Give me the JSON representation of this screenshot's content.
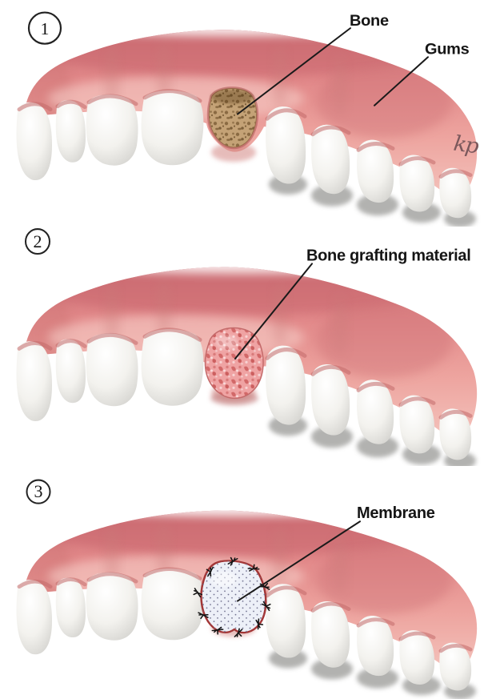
{
  "figure": {
    "type": "dental-bone-graft-procedure-illustration",
    "steps": [
      {
        "number": "1",
        "labels": {
          "bone": "Bone",
          "gums": "Gums"
        },
        "signature": "kp",
        "description": "empty tooth socket exposing bone"
      },
      {
        "number": "2",
        "labels": {
          "graft": "Bone grafting material"
        },
        "description": "socket filled with granular bone graft"
      },
      {
        "number": "3",
        "labels": {
          "membrane": "Membrane"
        },
        "description": "membrane sutured over graft site"
      }
    ],
    "colors": {
      "background": "#ffffff",
      "gum_dark": "#c9666e",
      "gum_mid": "#e59d99",
      "gum_light": "#f4c3bc",
      "tooth": "#f5f4f0",
      "tooth_shadow": "#a5a5a3",
      "bone_fill": "#c4a276",
      "bone_speckle": "#7d5f3a",
      "graft_fill": "#efa3a3",
      "graft_speckle": "#d26868",
      "membrane_fill": "#edf0f8",
      "membrane_outline": "#a33636",
      "leader_line": "#1a1a1a"
    }
  }
}
